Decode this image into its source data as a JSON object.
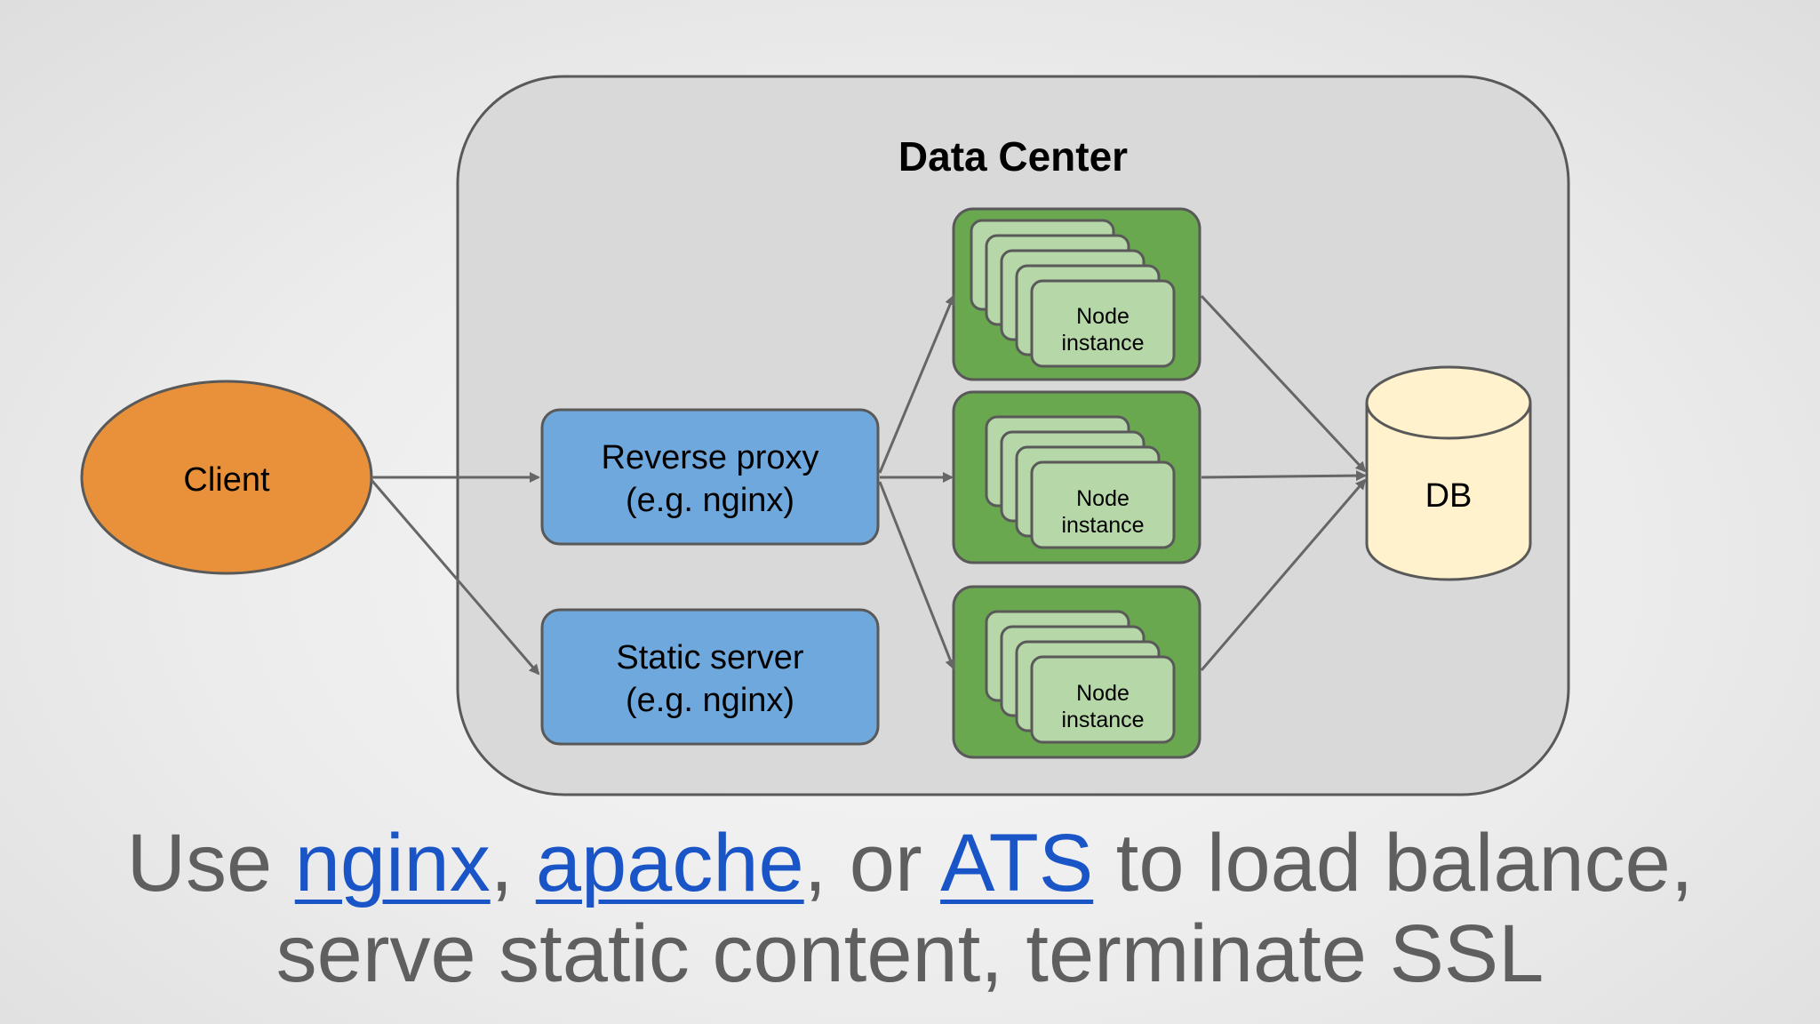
{
  "diagram": {
    "container_title": "Data Center",
    "client_label": "Client",
    "reverse_proxy": {
      "line1": "Reverse proxy",
      "line2": "(e.g. nginx)"
    },
    "static_server": {
      "line1": "Static server",
      "line2": "(e.g. nginx)"
    },
    "node_groups": [
      {
        "line1": "Node",
        "line2": "instance"
      },
      {
        "line1": "Node",
        "line2": "instance"
      },
      {
        "line1": "Node",
        "line2": "instance"
      }
    ],
    "db_label": "DB",
    "colors": {
      "client": "#e8913a",
      "server_box": "#6fa8dc",
      "node_group": "#6aa84f",
      "node_card": "#b6d7a8",
      "db": "#fff2cc",
      "container": "#d9d9d9",
      "stroke": "#595959",
      "arrow": "#666666"
    }
  },
  "caption": {
    "part1": "Use ",
    "link_nginx": "nginx",
    "sep1": ", ",
    "link_apache": "apache",
    "sep2": ", or ",
    "link_ats": "ATS",
    "part2": " to load balance,",
    "line2": "serve static content, terminate SSL",
    "link_color": "#1a55c8"
  }
}
